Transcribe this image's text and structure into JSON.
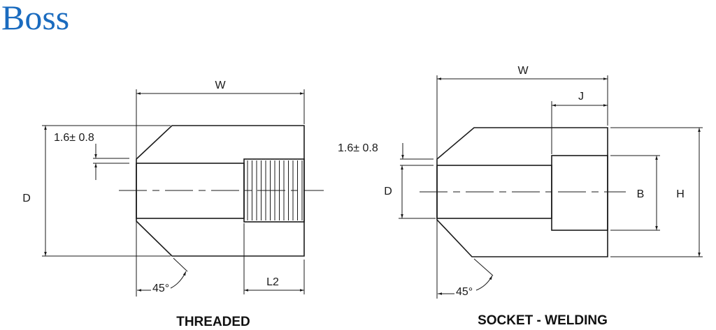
{
  "title": "Boss",
  "threaded": {
    "caption": "THREADED",
    "width_label": "W",
    "diameter_label": "D",
    "tolerance_label": "1.6± 0.8",
    "angle_label": "45°",
    "thread_length_label": "L2"
  },
  "socket_welding": {
    "caption": "SOCKET - WELDING",
    "width_label": "W",
    "socket_depth_label": "J",
    "diameter_label": "D",
    "tolerance_label": "1.6± 0.8",
    "angle_label": "45°",
    "bore_label": "B",
    "height_label": "H"
  },
  "colors": {
    "title": "#1a6bbf",
    "line": "#1a1a1a"
  }
}
